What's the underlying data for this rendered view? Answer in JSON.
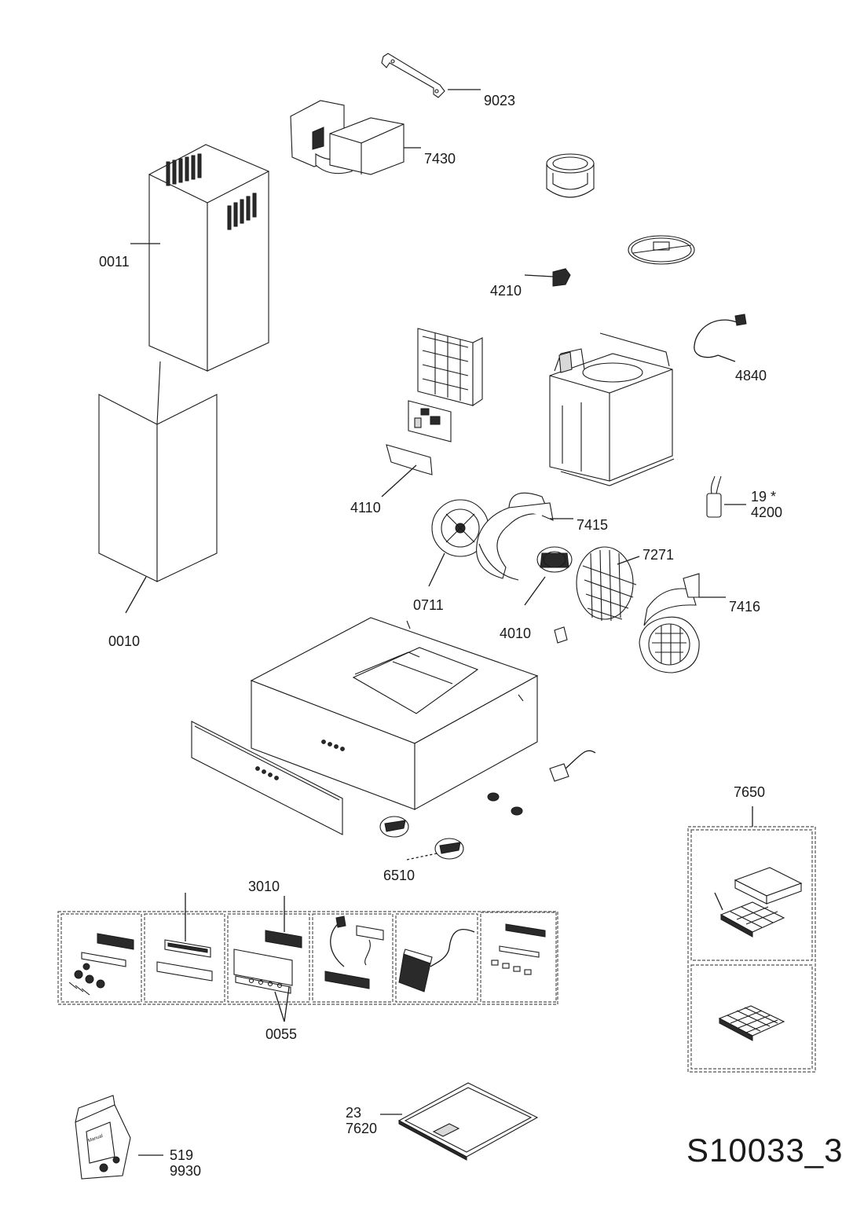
{
  "parts": {
    "p9023": "9023",
    "p7430": "7430",
    "p0011": "0011",
    "p4210": "4210",
    "p4840": "4840",
    "p0010": "0010",
    "p4110": "4110",
    "p19": "19 *",
    "p4200": "4200",
    "p7415": "7415",
    "p7271": "7271",
    "p0711": "0711",
    "p7416": "7416",
    "p4010": "4010",
    "p7650": "7650",
    "p6510": "6510",
    "p3010": "3010",
    "p0055": "0055",
    "p23": "23",
    "p7620": "7620",
    "p519": "519",
    "p9930": "9930"
  },
  "manual_text": "Manual",
  "drawing_code": "S10033_3"
}
